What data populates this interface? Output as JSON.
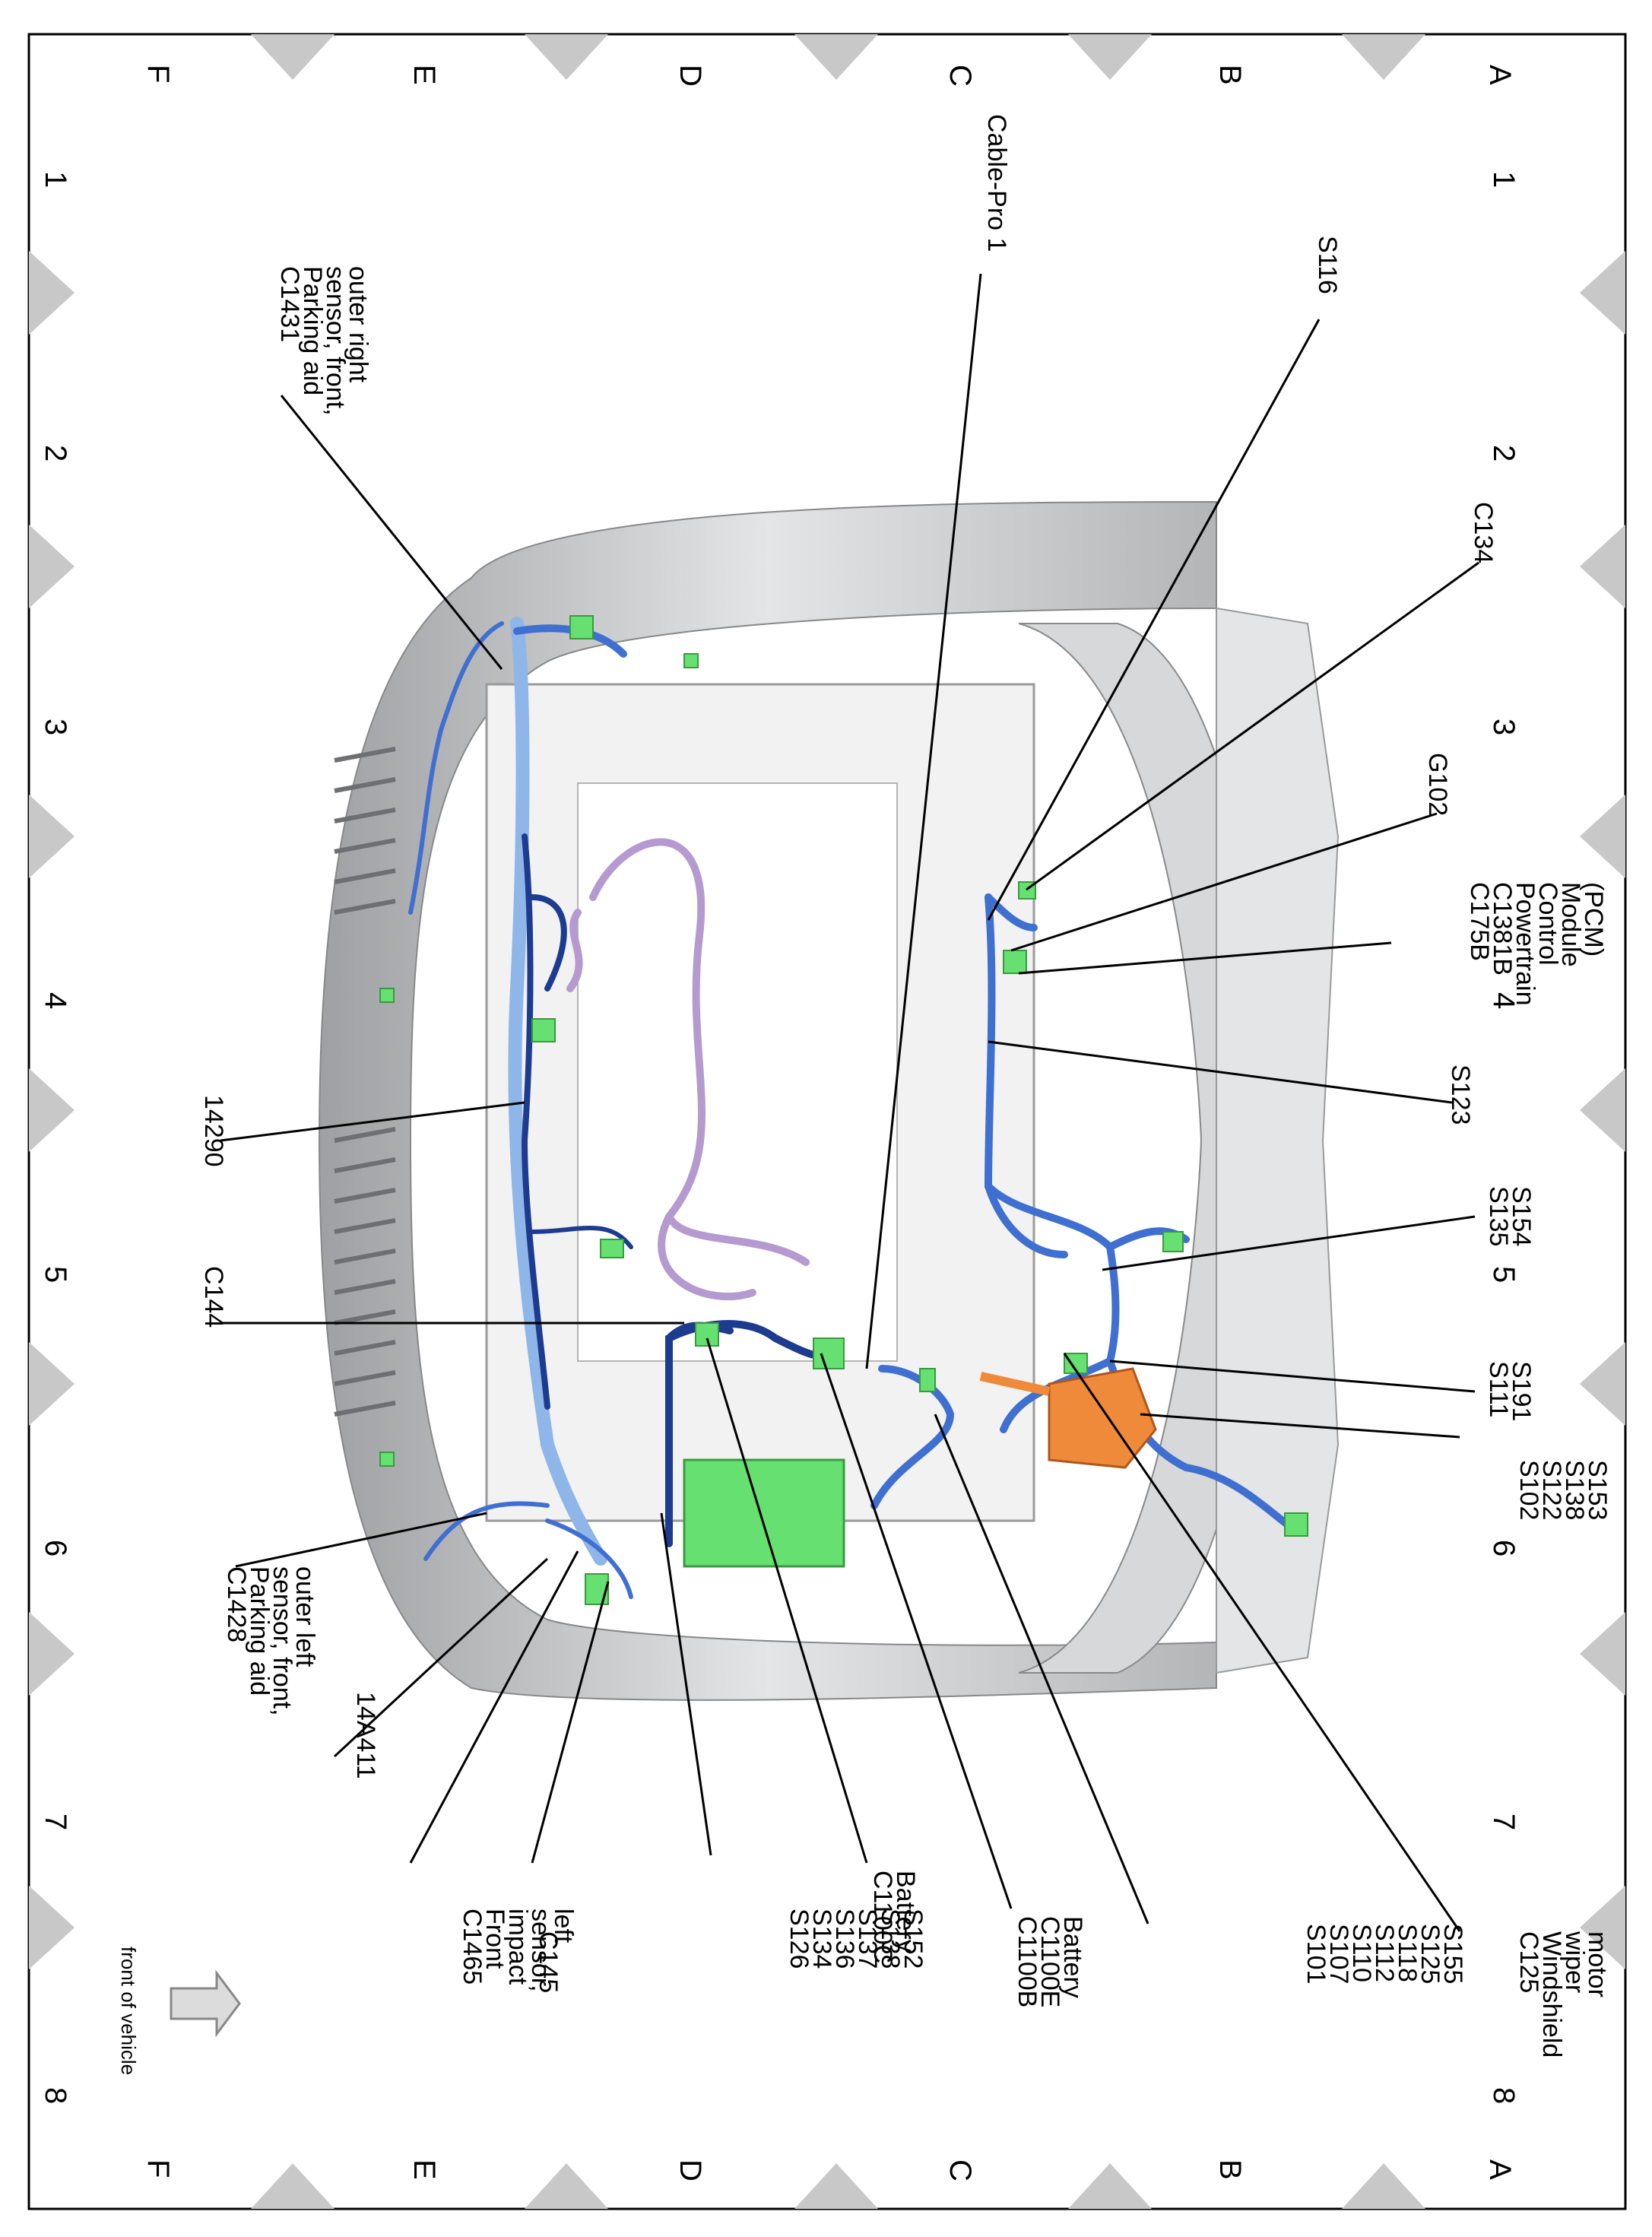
{
  "grid": {
    "rows": [
      "A",
      "B",
      "C",
      "D",
      "E",
      "F"
    ],
    "cols": [
      "1",
      "2",
      "3",
      "4",
      "5",
      "6",
      "7",
      "8"
    ]
  },
  "labels": {
    "cable_pro": "Cable-Pro 1",
    "s116": "S116",
    "c134": "C134",
    "g102": "G102",
    "pcm": [
      "C175B",
      "C1381B",
      "Powertrain",
      "Control",
      "Module",
      "(PCM)"
    ],
    "s123": "S123",
    "s135": [
      "S135",
      "S154"
    ],
    "s111": [
      "S111",
      "S191"
    ],
    "s102": [
      "S102",
      "S122",
      "S138",
      "S153"
    ],
    "c125": [
      "C125",
      "Windshield",
      "wiper",
      "motor"
    ],
    "s101": [
      "S101",
      "S107",
      "S110",
      "S112",
      "S118",
      "S125",
      "S155"
    ],
    "c1100b": [
      "C1100B",
      "C1100E",
      "Battery"
    ],
    "c1100c": [
      "C1100C",
      "Battery"
    ],
    "s126": [
      "S126",
      "S134",
      "S136",
      "S137",
      "S138",
      "S152"
    ],
    "c145": "C145",
    "c1465": [
      "C1465",
      "Front",
      "impact",
      "sensor,",
      "left"
    ],
    "a14a411": "14A411",
    "c1428": [
      "C1428",
      "Parking aid",
      "sensor, front,",
      "outer left"
    ],
    "c144": "C144",
    "n14290": "14290",
    "c1431": [
      "C1431",
      "Parking aid",
      "sensor, front,",
      "outer right"
    ],
    "front": "front of vehicle"
  },
  "colors": {
    "harness": "#3f6fd0",
    "harness_light": "#8fb6e8",
    "harness_dark": "#1d3b8f",
    "connector": "#66e070",
    "purple_harness": "#b59ad0",
    "orange_part": "#ee8a3a",
    "body_grey": "#c9cacc",
    "marker_grey": "#c8c8c8"
  }
}
